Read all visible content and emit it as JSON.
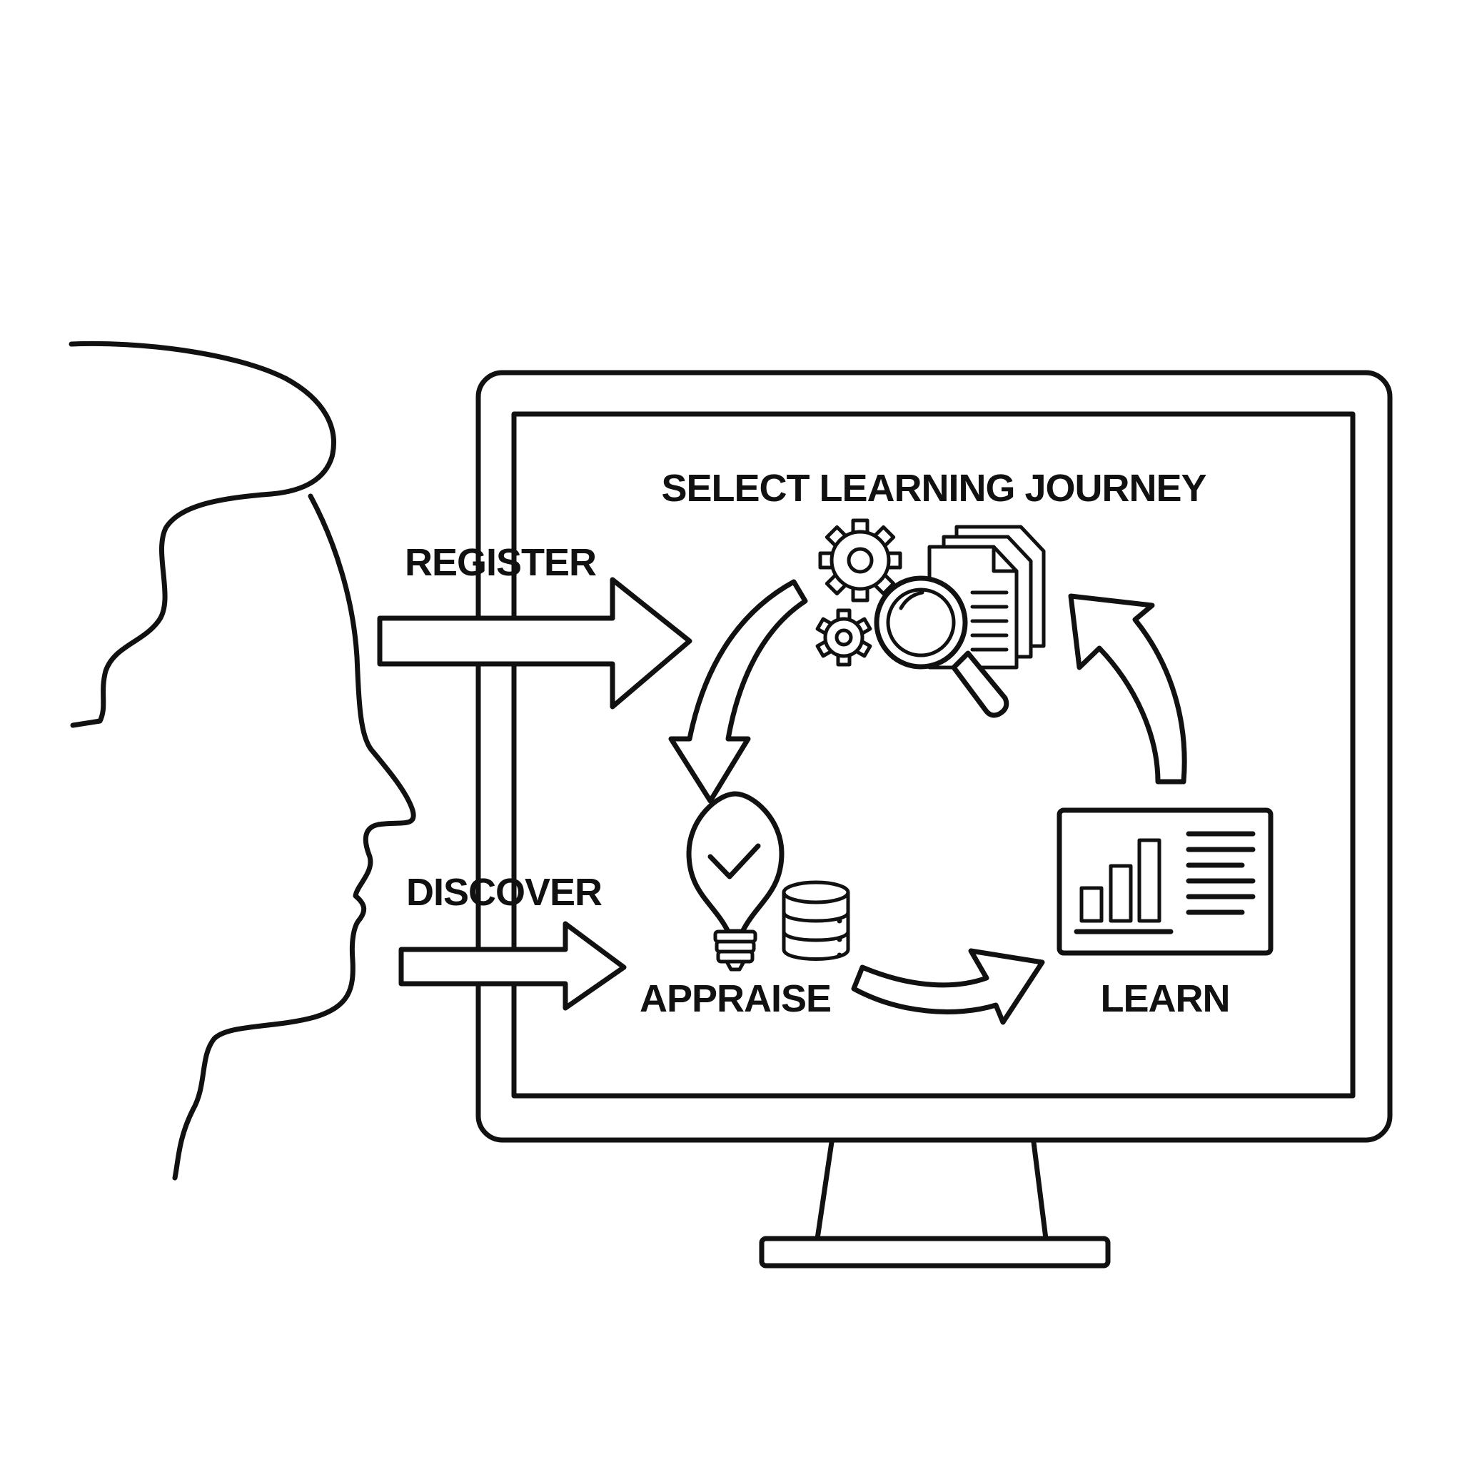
{
  "screen": {
    "title": "SELECT LEARNING JOURNEY"
  },
  "entry_steps": {
    "register": "REGISTER",
    "discover": "DISCOVER"
  },
  "cycle_steps": {
    "appraise": "APPRAISE",
    "learn": "LEARN"
  },
  "icons": {
    "person": "person-profile-icon",
    "monitor": "monitor-icon",
    "search": "gears-documents-magnifier-icon",
    "appraise": "lightbulb-check-database-icon",
    "learn": "bar-chart-report-icon"
  },
  "colors": {
    "ink": "#111111",
    "background": "#ffffff"
  }
}
